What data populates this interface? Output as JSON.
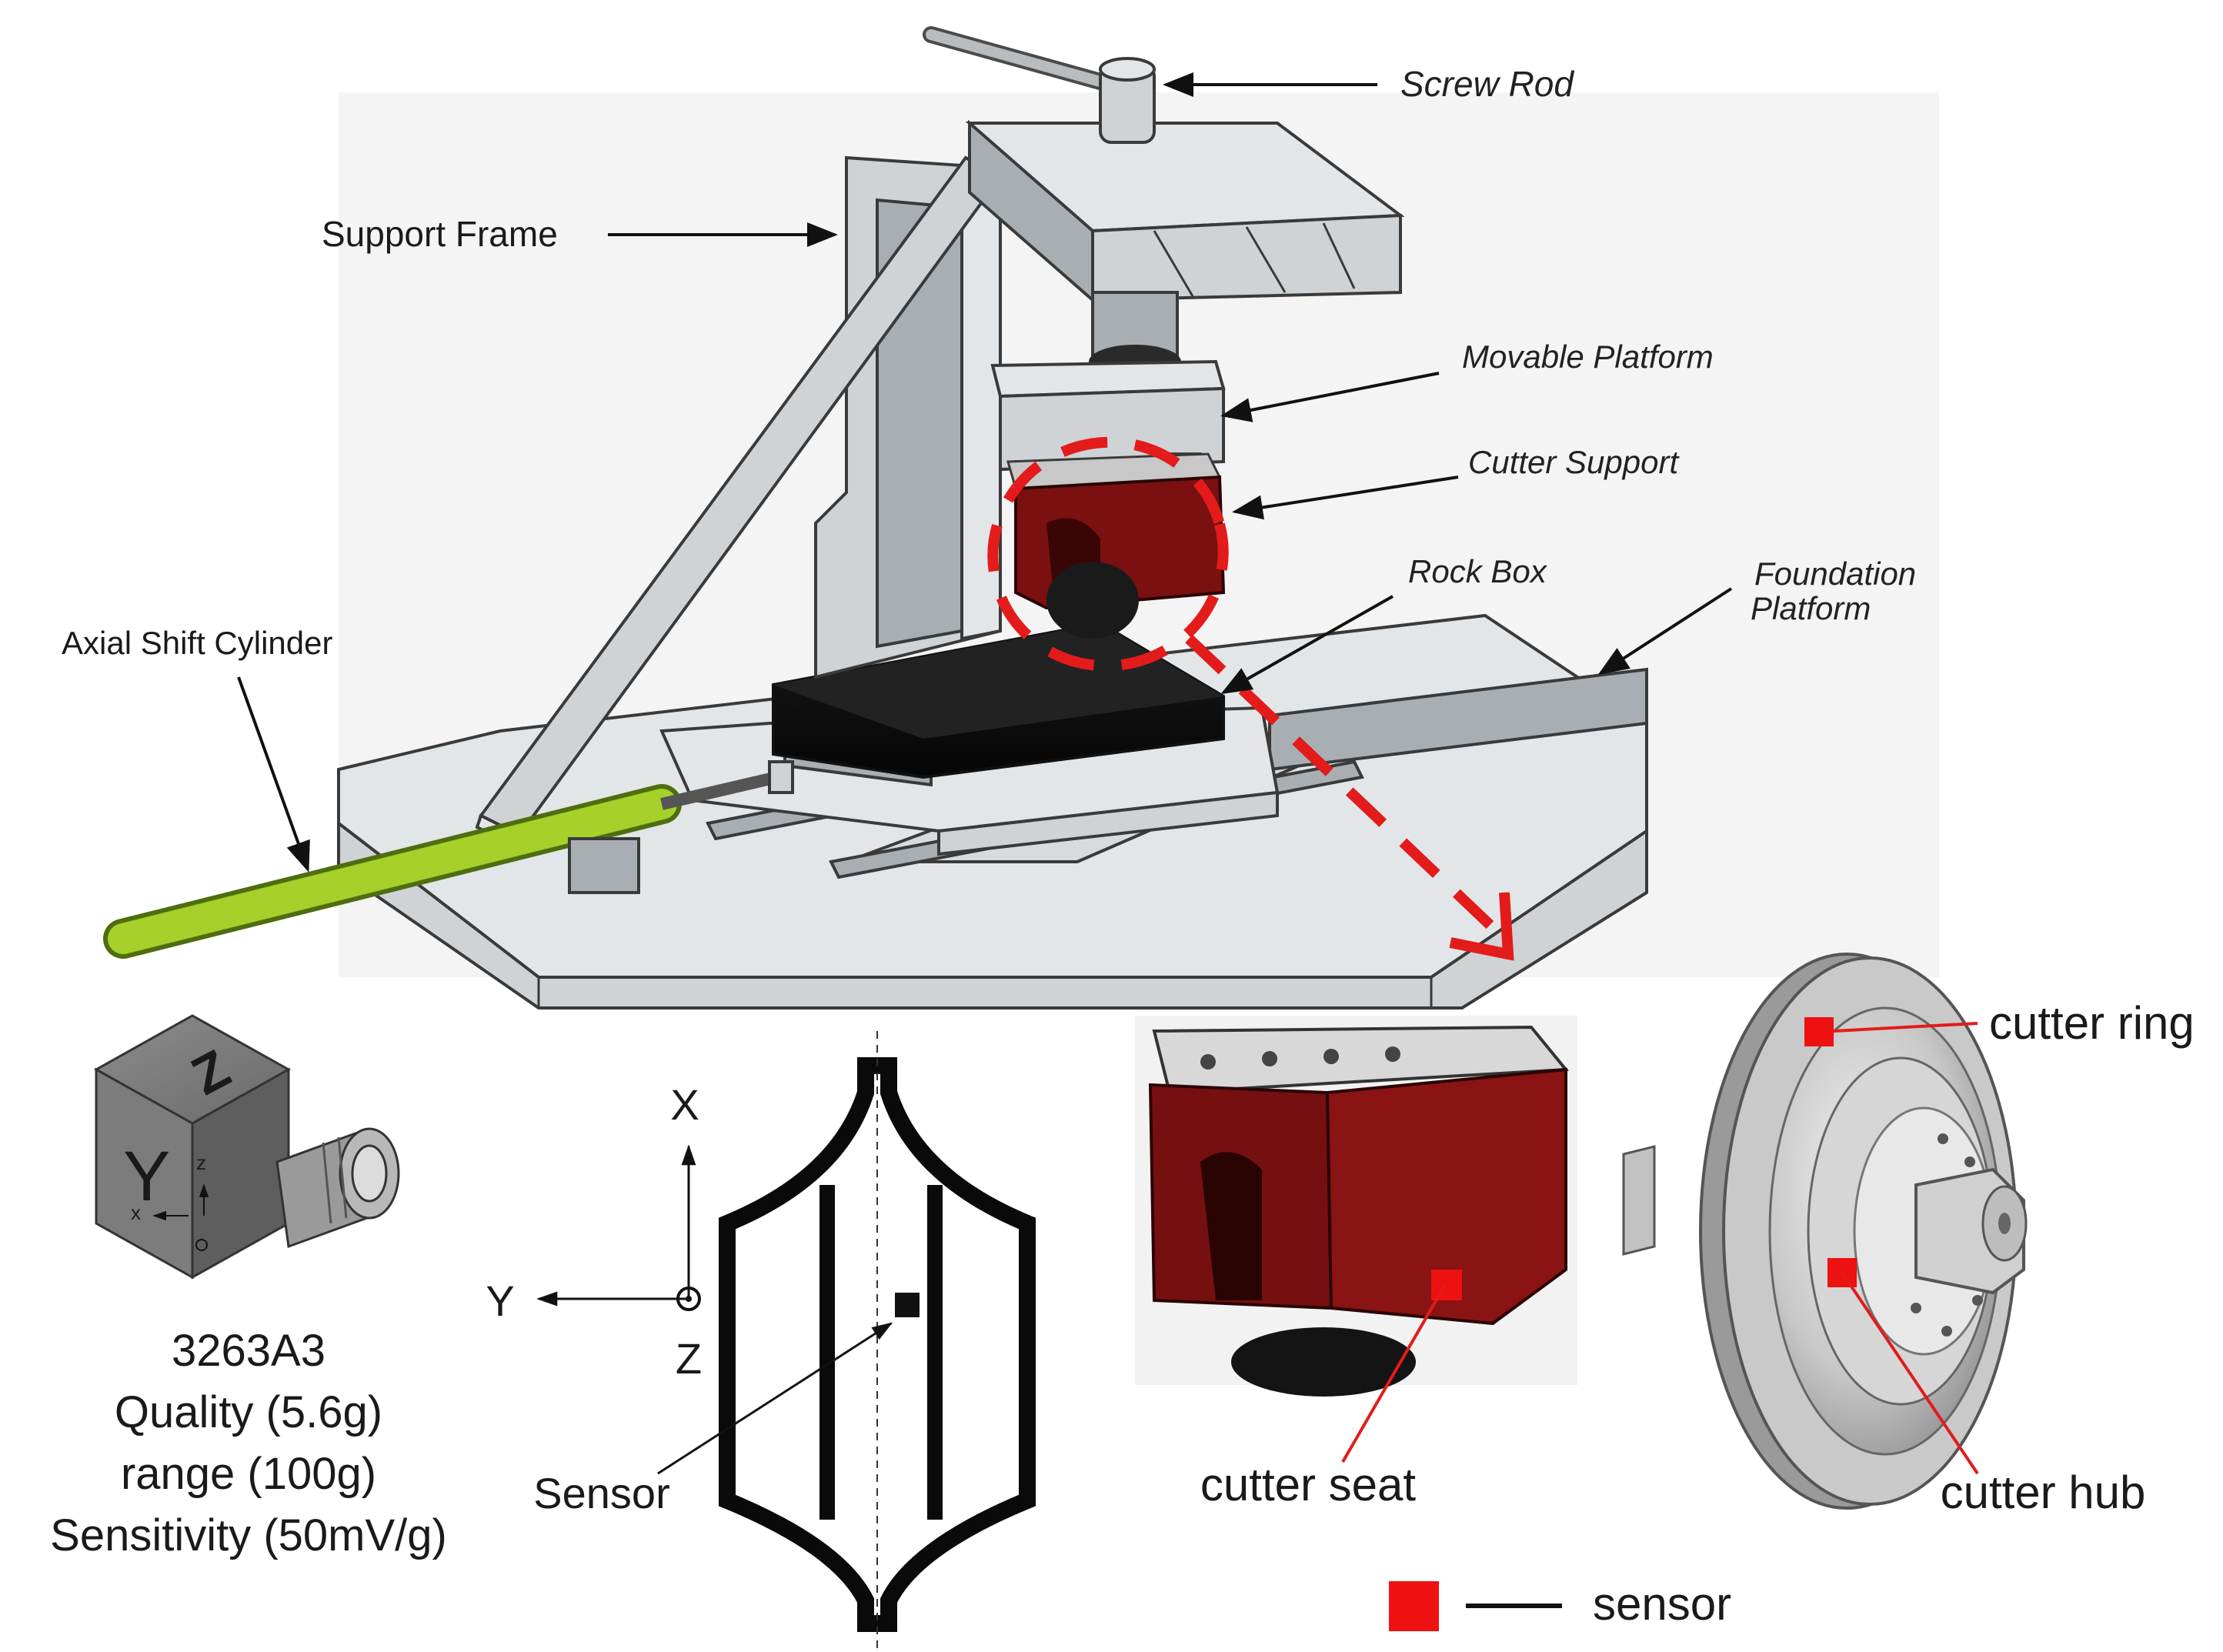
{
  "machine_labels": {
    "screw_rod": "Screw Rod",
    "support_frame": "Support Frame",
    "movable_platform": "Movable Platform",
    "cutter_support": "Cutter Support",
    "rock_box": "Rock Box",
    "foundation_platform_line1": "Foundation",
    "foundation_platform_line2": "Platform",
    "axial_shift_cylinder": "Axial Shift Cylinder"
  },
  "accelerometer": {
    "face_top": "Z",
    "face_front": "Y",
    "face_small_z": "z",
    "face_small_x": "x",
    "model": "3263A3",
    "quality": "Quality (5.6g)",
    "range": "range (100g)",
    "sensitivity": "Sensitivity (50mV/g)"
  },
  "sensor_layout": {
    "axis_x": "X",
    "axis_y": "Y",
    "axis_z": "Z",
    "sensor_label": "Sensor"
  },
  "cutter_detail": {
    "cutter_seat": "cutter seat",
    "cutter_ring": "cutter ring",
    "cutter_hub": "cutter hub"
  },
  "legend": {
    "sensor": "sensor"
  },
  "colors": {
    "sensor_red": "#ee1111",
    "cutter_support_red": "#7a1010",
    "cylinder_green": "#a6d12a",
    "highlight_dash_red": "#e31b1b"
  }
}
